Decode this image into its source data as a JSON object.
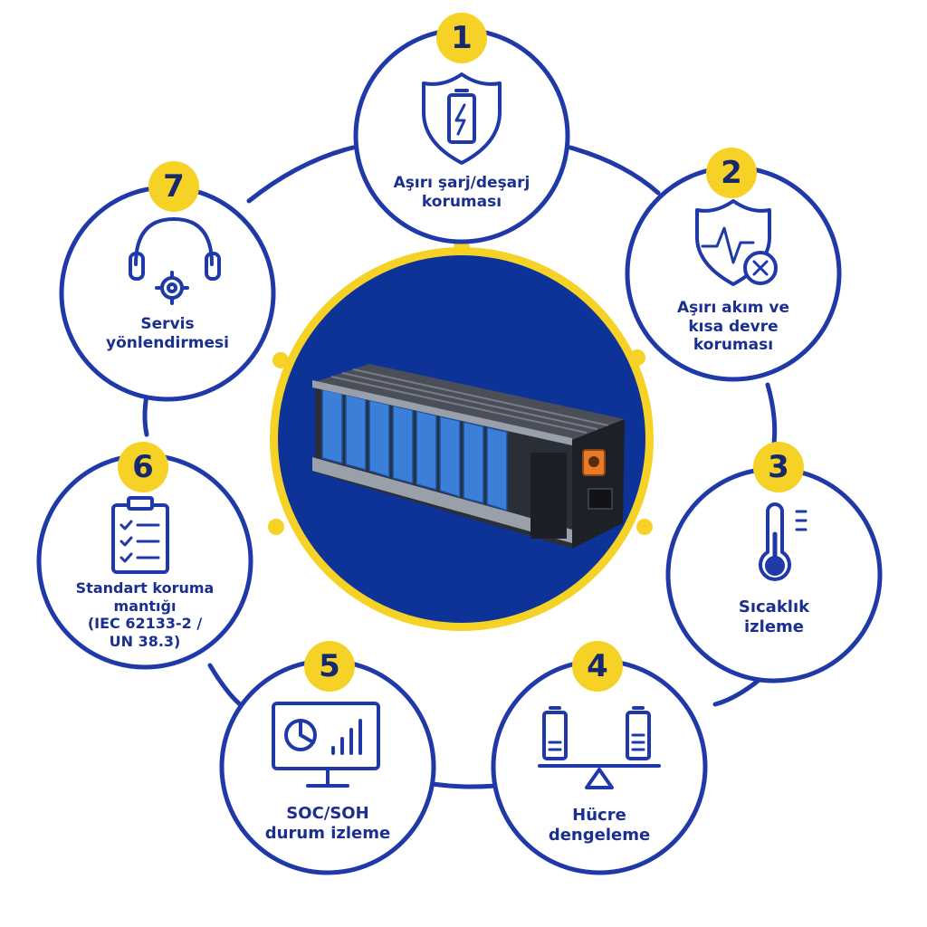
{
  "colors": {
    "primary_blue": "#1f39a8",
    "center_blue": "#0d3399",
    "accent_yellow": "#f6d226",
    "background": "#ffffff"
  },
  "center": {
    "image": "battery-pack-image"
  },
  "nodes": [
    {
      "number": "1",
      "icon": "shield-battery-icon",
      "lines": [
        "Aşırı şarj/deşarj",
        "koruması"
      ]
    },
    {
      "number": "2",
      "icon": "shield-pulse-x-icon",
      "lines": [
        "Aşırı akım ve",
        "kısa devre",
        "koruması"
      ]
    },
    {
      "number": "3",
      "icon": "thermometer-icon",
      "lines": [
        "Sıcaklık",
        "izleme"
      ]
    },
    {
      "number": "4",
      "icon": "balance-batteries-icon",
      "lines": [
        "Hücre",
        "dengeleme"
      ]
    },
    {
      "number": "5",
      "icon": "monitor-chart-icon",
      "lines": [
        "SOC/SOH",
        "durum izleme"
      ]
    },
    {
      "number": "6",
      "icon": "clipboard-checklist-icon",
      "lines": [
        "Standart koruma",
        "mantığı",
        "(IEC 62133-2 /",
        "UN 38.3)"
      ]
    },
    {
      "number": "7",
      "icon": "headset-gear-icon",
      "lines": [
        "Servis",
        "yönlendirmesi"
      ]
    }
  ]
}
